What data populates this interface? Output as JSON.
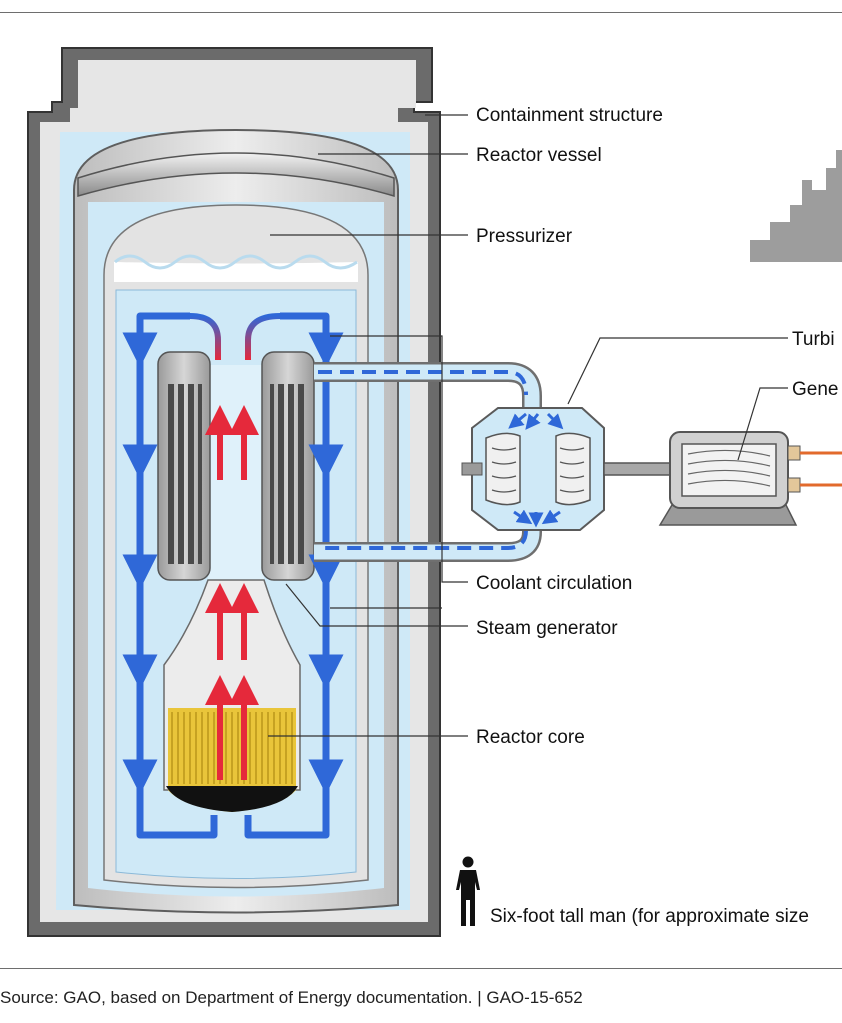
{
  "labels": {
    "containment": "Containment structure",
    "vessel": "Reactor vessel",
    "pressurizer": "Pressurizer",
    "turbine": "Turbi",
    "generator": "Gene",
    "coolant": "Coolant circulation",
    "steam_gen": "Steam generator",
    "core": "Reactor core",
    "man": "Six-foot tall man (for approximate size"
  },
  "source": "Source: GAO, based on Department of Energy documentation.  |  GAO-15-652",
  "colors": {
    "water": "#cfe9f7",
    "hot_flow": "#e5293b",
    "cold_flow": "#2f68d8",
    "core_fuel": "#e9c53a",
    "wall_gray": "#d3d3d3",
    "dark_gray": "#555555"
  }
}
